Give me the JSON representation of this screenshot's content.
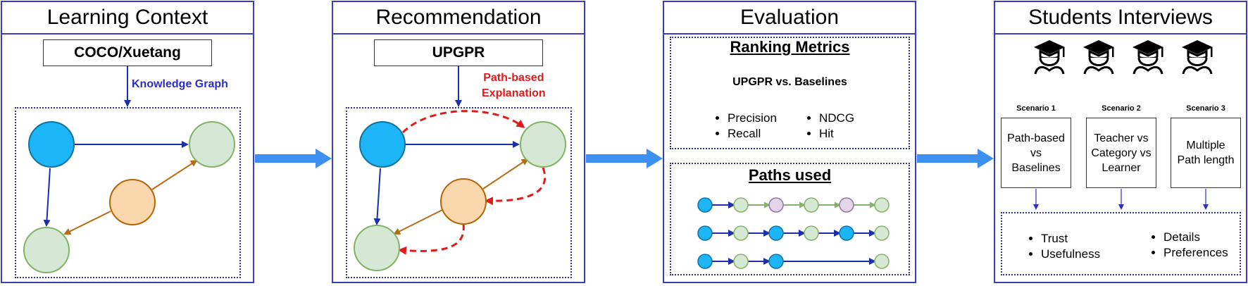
{
  "panels": {
    "learning_context": {
      "title": "Learning Context",
      "source": "COCO/Xuetang",
      "edge_label": "Knowledge Graph"
    },
    "recommendation": {
      "title": "Recommendation",
      "source": "UPGPR",
      "edge_label_line1": "Path-based",
      "edge_label_line2": "Explanation"
    },
    "evaluation": {
      "title": "Evaluation",
      "ranking_title": "Ranking Metrics",
      "comparison": "UPGPR vs. Baselines",
      "metrics_left": [
        "Precision",
        "Recall"
      ],
      "metrics_right": [
        "NDCG",
        "Hit"
      ],
      "paths_title": "Paths used"
    },
    "interviews": {
      "title": "Students Interviews",
      "scenarios": [
        {
          "title": "Scenario 1",
          "lines": [
            "Path-based",
            "vs",
            "Baselines"
          ]
        },
        {
          "title": "Scenario 2",
          "lines": [
            "Teacher vs",
            "Category vs",
            "Learner"
          ]
        },
        {
          "title": "Scenario 3",
          "lines": [
            "Multiple",
            "Path length"
          ]
        }
      ],
      "aspects_left": [
        "Trust",
        "Usefulness"
      ],
      "aspects_right": [
        "Details",
        "Preferences"
      ]
    }
  },
  "icons": [
    "graduate-student-icon",
    "graduate-student-icon",
    "graduate-student-icon",
    "graduate-student-icon"
  ],
  "colors": {
    "frame": "#3b3bc4",
    "node_blue": "#1cb5f7",
    "node_green": "#d5e8d4",
    "node_orange": "#fad7ac",
    "node_purple": "#e1d5e7",
    "edge_navy": "#1a2fa8",
    "edge_brown": "#b86b10",
    "edge_olive_green": "#82b366",
    "explanation_red": "#e31a1a",
    "flow_arrow": "#3d8ff0"
  }
}
